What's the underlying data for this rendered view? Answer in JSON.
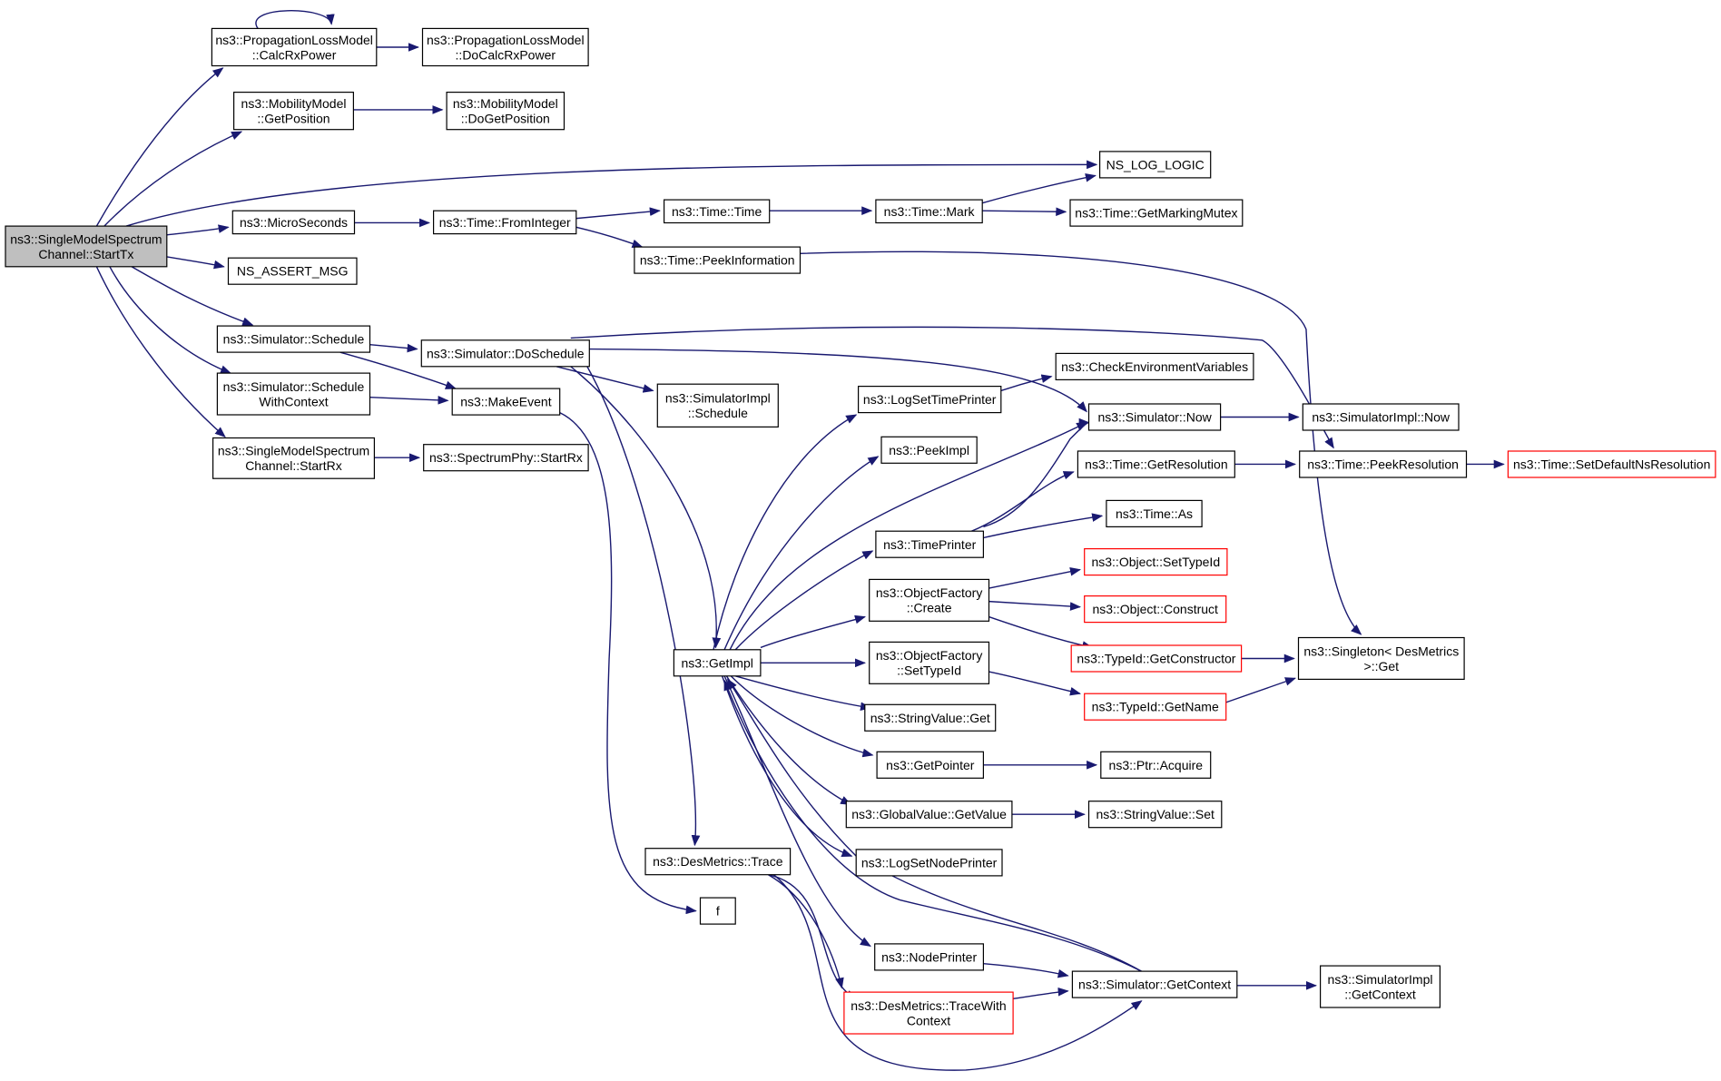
{
  "colors": {
    "edge": "#191970",
    "root_fill": "#bfbfbf",
    "truncated_border": "#ff0000",
    "node_border": "#000000"
  },
  "nodes": {
    "root": [
      "ns3::SingleModelSpectrum",
      "Channel::StartTx"
    ],
    "calcRxPower": [
      "ns3::PropagationLossModel",
      "::CalcRxPower"
    ],
    "doCalcRxPower": [
      "ns3::PropagationLossModel",
      "::DoCalcRxPower"
    ],
    "getPosition": [
      "ns3::MobilityModel",
      "::GetPosition"
    ],
    "doGetPosition": [
      "ns3::MobilityModel",
      "::DoGetPosition"
    ],
    "nsLogLogic": [
      "NS_LOG_LOGIC"
    ],
    "microSeconds": [
      "ns3::MicroSeconds"
    ],
    "fromInteger": [
      "ns3::Time::FromInteger"
    ],
    "timeTime": [
      "ns3::Time::Time"
    ],
    "timeMark": [
      "ns3::Time::Mark"
    ],
    "getMarkingMutex": [
      "ns3::Time::GetMarkingMutex"
    ],
    "peekInformation": [
      "ns3::Time::PeekInformation"
    ],
    "nsAssertMsg": [
      "NS_ASSERT_MSG"
    ],
    "schedule": [
      "ns3::Simulator::Schedule"
    ],
    "doSchedule": [
      "ns3::Simulator::DoSchedule"
    ],
    "scheduleWithContext": [
      "ns3::Simulator::Schedule",
      "WithContext"
    ],
    "makeEvent": [
      "ns3::MakeEvent"
    ],
    "simImplSchedule": [
      "ns3::SimulatorImpl",
      "::Schedule"
    ],
    "checkEnv": [
      "ns3::CheckEnvironmentVariables"
    ],
    "logSetTimePrinter": [
      "ns3::LogSetTimePrinter"
    ],
    "simulatorNow": [
      "ns3::Simulator::Now"
    ],
    "simImplNow": [
      "ns3::SimulatorImpl::Now"
    ],
    "startRx": [
      "ns3::SingleModelSpectrum",
      "Channel::StartRx"
    ],
    "spectrumPhyStartRx": [
      "ns3::SpectrumPhy::StartRx"
    ],
    "peekImpl": [
      "ns3::PeekImpl"
    ],
    "getResolution": [
      "ns3::Time::GetResolution"
    ],
    "peekResolution": [
      "ns3::Time::PeekResolution"
    ],
    "setDefaultNsResolution": [
      "ns3::Time::SetDefaultNsResolution"
    ],
    "timeAs": [
      "ns3::Time::As"
    ],
    "timePrinter": [
      "ns3::TimePrinter"
    ],
    "setTypeId": [
      "ns3::Object::SetTypeId"
    ],
    "ofCreate": [
      "ns3::ObjectFactory",
      "::Create"
    ],
    "objConstruct": [
      "ns3::Object::Construct"
    ],
    "getConstructor": [
      "ns3::TypeId::GetConstructor"
    ],
    "singletonGet": [
      "ns3::Singleton< DesMetrics",
      ">::Get"
    ],
    "getImpl": [
      "ns3::GetImpl"
    ],
    "ofSetTypeId": [
      "ns3::ObjectFactory",
      "::SetTypeId"
    ],
    "typeIdGetName": [
      "ns3::TypeId::GetName"
    ],
    "stringValueGet": [
      "ns3::StringValue::Get"
    ],
    "getPointer": [
      "ns3::GetPointer"
    ],
    "ptrAcquire": [
      "ns3::Ptr::Acquire"
    ],
    "globalGetValue": [
      "ns3::GlobalValue::GetValue"
    ],
    "stringValueSet": [
      "ns3::StringValue::Set"
    ],
    "logSetNodePrinter": [
      "ns3::LogSetNodePrinter"
    ],
    "desTrace": [
      "ns3::DesMetrics::Trace"
    ],
    "f": [
      "f"
    ],
    "nodePrinter": [
      "ns3::NodePrinter"
    ],
    "getContext": [
      "ns3::Simulator::GetContext"
    ],
    "simImplGetContext": [
      "ns3::SimulatorImpl",
      "::GetContext"
    ],
    "traceWithContext": [
      "ns3::DesMetrics::TraceWith",
      "Context"
    ]
  }
}
